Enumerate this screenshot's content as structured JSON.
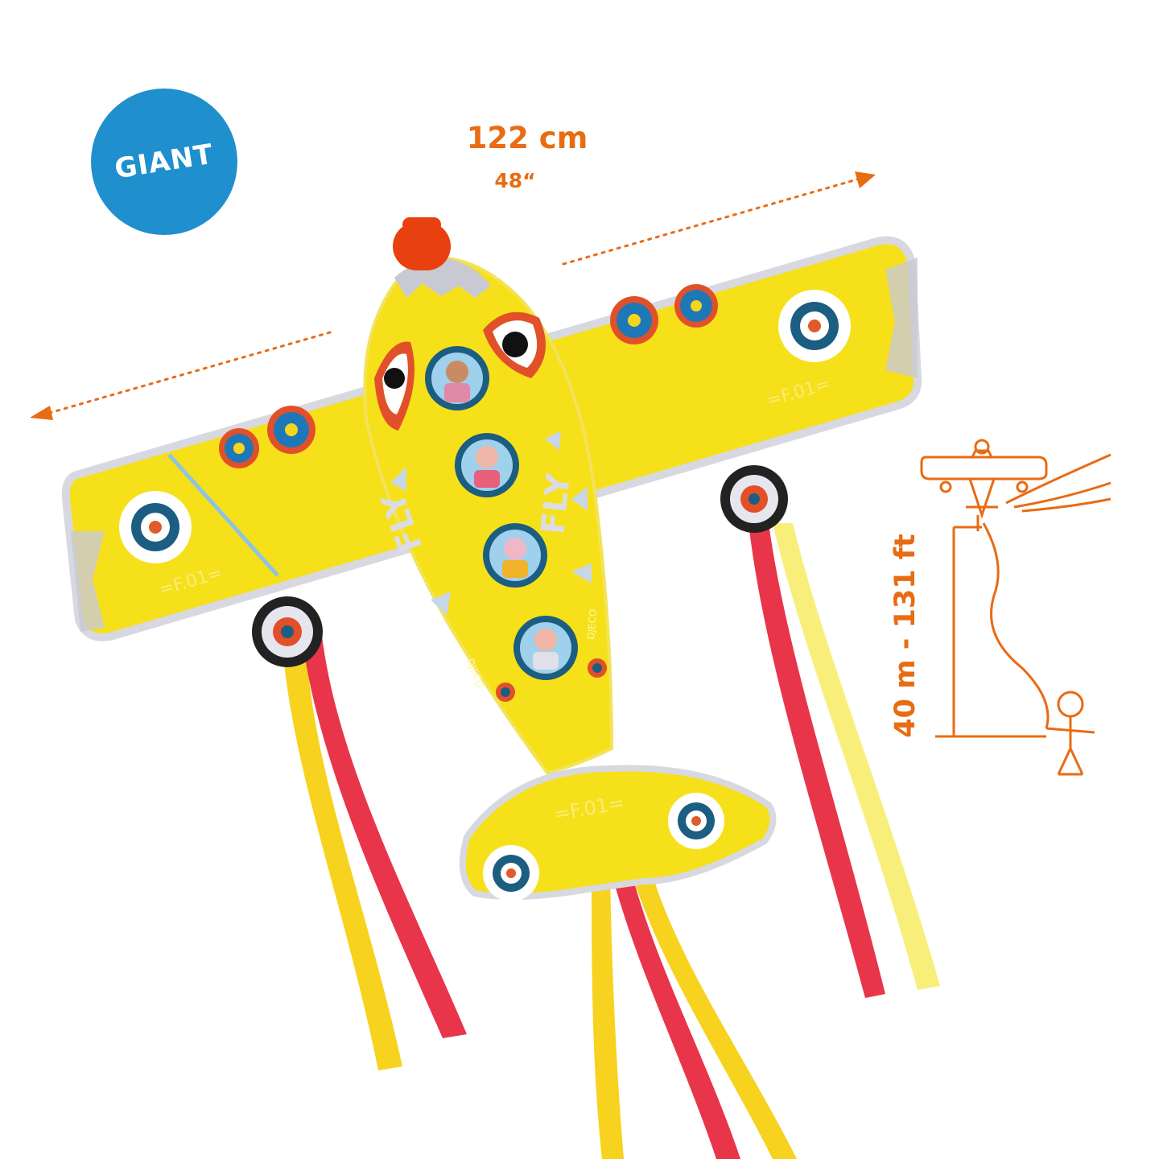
{
  "badge": {
    "label": "GIANT",
    "color": "#1f8fce"
  },
  "dimensions": {
    "width_metric": "122 cm",
    "width_imperial": "48“",
    "height_range": "40 m - 131 ft",
    "accent_color": "#e96b12"
  },
  "kite": {
    "fuselage_text_left": "FLY",
    "fuselage_text_right": "FLY",
    "brand_left": "DJECO",
    "brand_right": "DJECO",
    "wing_mark": "=F.01=",
    "tail_mark": "=F.01=",
    "body_color": "#f6e01a",
    "ribbon_colors": [
      "#e8354a",
      "#f7d21e",
      "#f8ef7a"
    ]
  }
}
